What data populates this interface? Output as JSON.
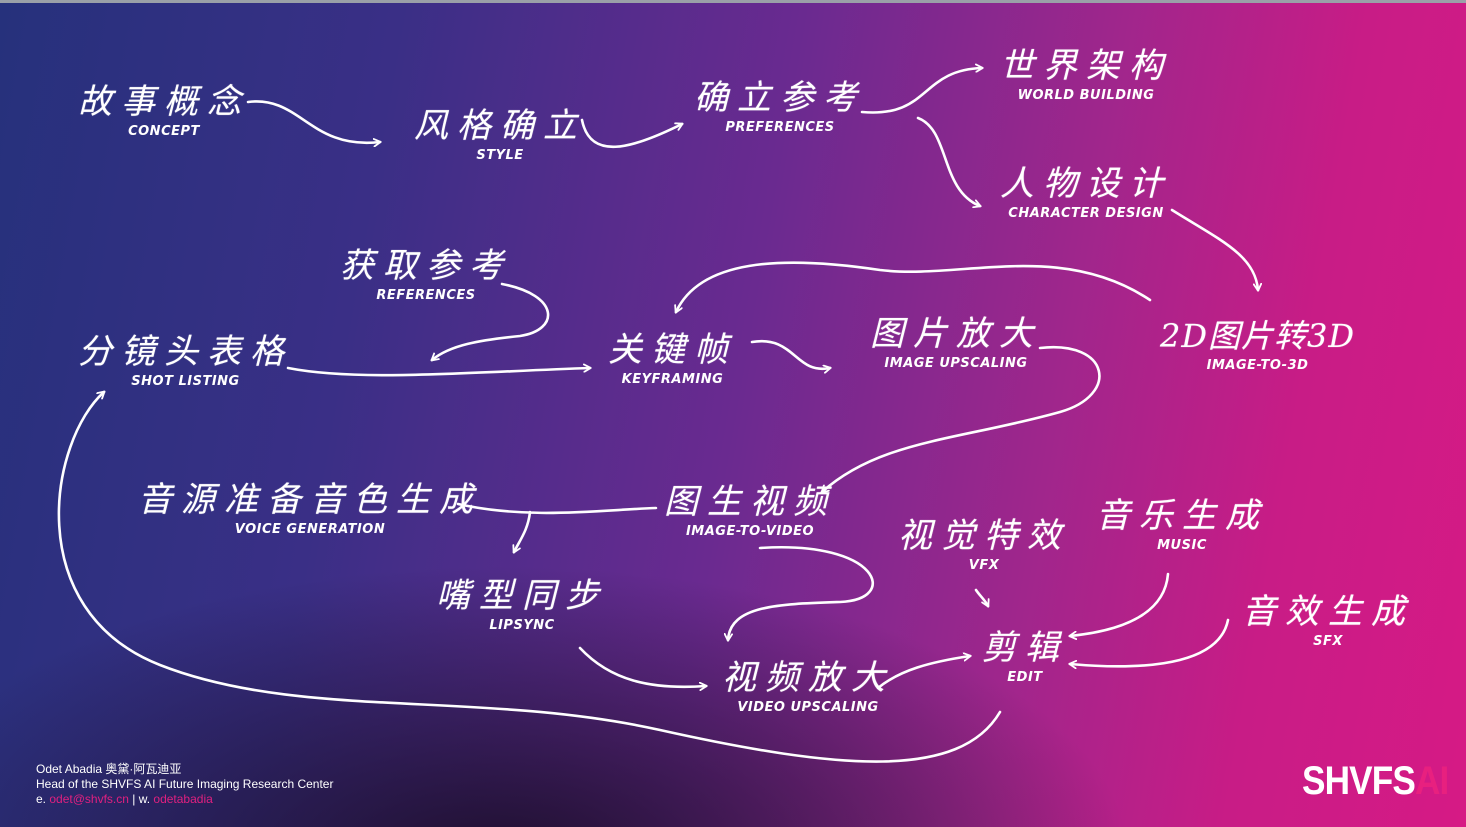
{
  "nodes": {
    "concept": {
      "zh": "故事概念",
      "en": "CONCEPT"
    },
    "style": {
      "zh": "风格确立",
      "en": "STYLE"
    },
    "preferences": {
      "zh": "确立参考",
      "en": "PREFERENCES"
    },
    "world_building": {
      "zh": "世界架构",
      "en": "WORLD BUILDING"
    },
    "character_design": {
      "zh": "人物设计",
      "en": "CHARACTER DESIGN"
    },
    "references": {
      "zh": "获取参考",
      "en": "REFERENCES"
    },
    "shot_listing": {
      "zh": "分镜头表格",
      "en": "SHOT LISTING"
    },
    "keyframing": {
      "zh": "关键帧",
      "en": "KEYFRAMING"
    },
    "image_upscaling": {
      "zh": "图片放大",
      "en": "IMAGE UPSCALING"
    },
    "image_to_3d": {
      "zh": "2D图片转3D",
      "en": "IMAGE-TO-3D"
    },
    "voice_generation": {
      "zh": "音源准备音色生成",
      "en": "VOICE GENERATION"
    },
    "image_to_video": {
      "zh": "图生视频",
      "en": "IMAGE-TO-VIDEO"
    },
    "vfx": {
      "zh": "视觉特效",
      "en": "VFX"
    },
    "music": {
      "zh": "音乐生成",
      "en": "MUSIC"
    },
    "lipsync": {
      "zh": "嘴型同步",
      "en": "LIPSYNC"
    },
    "sfx": {
      "zh": "音效生成",
      "en": "SFX"
    },
    "edit": {
      "zh": "剪辑",
      "en": "EDIT"
    },
    "video_upscaling": {
      "zh": "视频放大",
      "en": "VIDEO UPSCALING"
    }
  },
  "footer": {
    "name": "Odet Abadia 奥黛·阿瓦迪亚",
    "role": "Head of the SHVFS AI Future Imaging Research Center",
    "email_prefix": "e.",
    "email": "odet@shvfs.cn",
    "separator": "| w.",
    "website": "odetabadia"
  },
  "logo": {
    "main": "SHVFS",
    "accent": "AI"
  },
  "colors": {
    "accent": "#e8207f",
    "arrow": "#ffffff"
  }
}
